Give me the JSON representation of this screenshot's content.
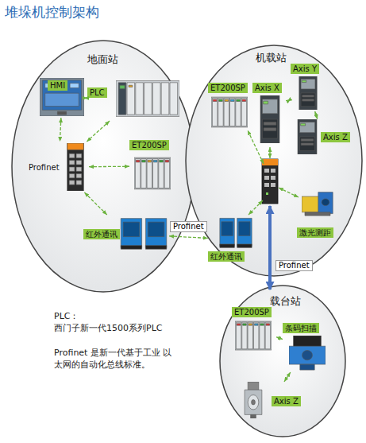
{
  "diagram": {
    "title": "堆垛机控制架构",
    "nodes": [
      {
        "text": [
          "地面站"
        ]
      },
      {
        "text": [
          "HMI"
        ],
        "in": 0
      },
      {
        "text": [
          "PLC"
        ],
        "in": 0
      },
      {
        "text": [
          "Profinet"
        ],
        "in": 0
      },
      {
        "text": [
          "ET200SP"
        ],
        "in": 0
      },
      {
        "text": [
          "红外通讯"
        ],
        "in": 0
      },
      {
        "text": [
          "机载站"
        ]
      },
      {
        "text": [
          "ET200SP"
        ],
        "in": 6
      },
      {
        "text": [
          "Axis X"
        ],
        "in": 6
      },
      {
        "text": [
          "Axis Y"
        ],
        "in": 6
      },
      {
        "text": [
          "Axis Z"
        ],
        "in": 6
      },
      {
        "text": [
          "激光测距"
        ],
        "in": 6
      },
      {
        "text": [
          "红外通讯"
        ],
        "in": 6
      },
      {
        "text": [
          "载台站"
        ]
      },
      {
        "text": [
          "ET200SP"
        ],
        "in": 13
      },
      {
        "text": [
          "条码扫描"
        ],
        "in": 13
      },
      {
        "text": [
          "Axis Z"
        ],
        "in": 13
      }
    ],
    "edges": [
      {
        "from": 1,
        "to": 2,
        "arrow": "both"
      },
      {
        "from": 1,
        "to": 3,
        "arrow": "both"
      },
      {
        "from": 2,
        "to": 3,
        "arrow": "both"
      },
      {
        "from": 3,
        "to": 4,
        "arrow": "both"
      },
      {
        "from": 3,
        "to": 5,
        "arrow": "both"
      },
      {
        "from": 5,
        "to": 12,
        "label": "Profinet",
        "arrow": "both"
      },
      {
        "from": 8,
        "to": 9,
        "arrow": "both"
      },
      {
        "from": 9,
        "to": 10,
        "arrow": "both"
      },
      {
        "from": 14,
        "to": 15,
        "arrow": "both"
      },
      {
        "from": 15,
        "to": 16,
        "arrow": "both"
      }
    ],
    "labels": [
      "Profinet",
      "PLC：",
      "西门子新一代1500系列PLC",
      "Profinet 是新一代基于工业 以太网的自动化总线标准。"
    ]
  }
}
